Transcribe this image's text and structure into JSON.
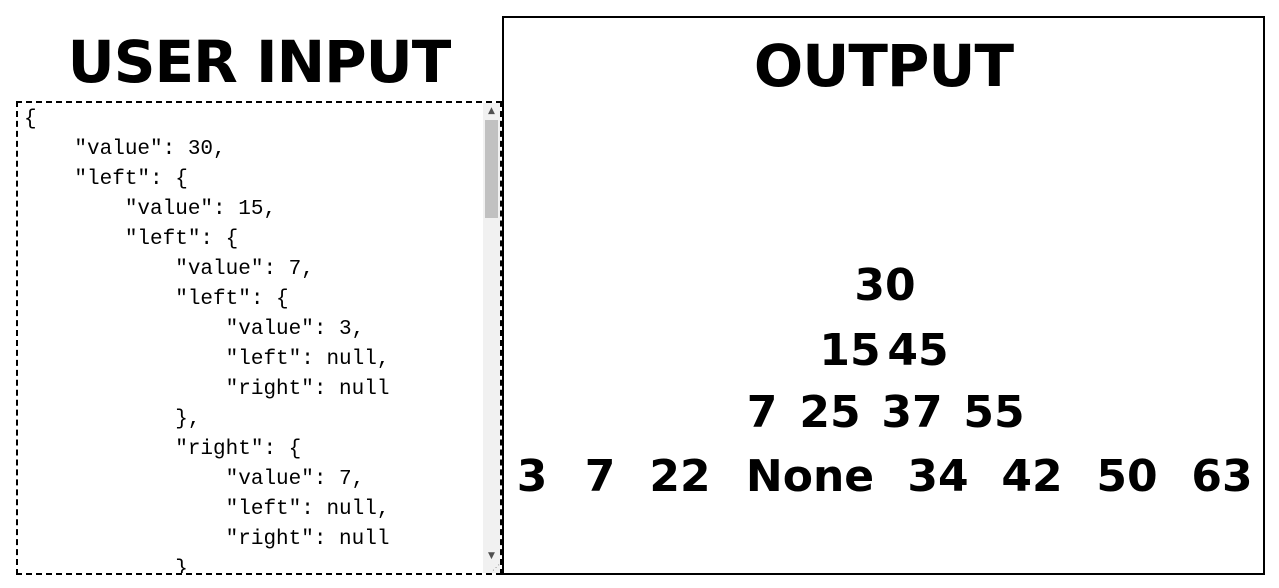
{
  "input_panel": {
    "title": "USER INPUT",
    "json_text": "{\n    \"value\": 30,\n    \"left\": {\n        \"value\": 15,\n        \"left\": {\n            \"value\": 7,\n            \"left\": {\n                \"value\": 3,\n                \"left\": null,\n                \"right\": null\n            },\n            \"right\": {\n                \"value\": 7,\n                \"left\": null,\n                \"right\": null\n            }\n        }"
  },
  "output_panel": {
    "title": "OUTPUT",
    "tree_levels": [
      [
        "30"
      ],
      [
        "15",
        "45"
      ],
      [
        "7",
        "25",
        "37",
        "55"
      ],
      [
        "3",
        "7",
        "22",
        "None",
        "34",
        "42",
        "50",
        "63"
      ]
    ]
  },
  "icons": {
    "scroll_up": "scroll-up-arrow-icon",
    "scroll_down": "scroll-down-arrow-icon",
    "resize": "resize-grip-icon"
  }
}
